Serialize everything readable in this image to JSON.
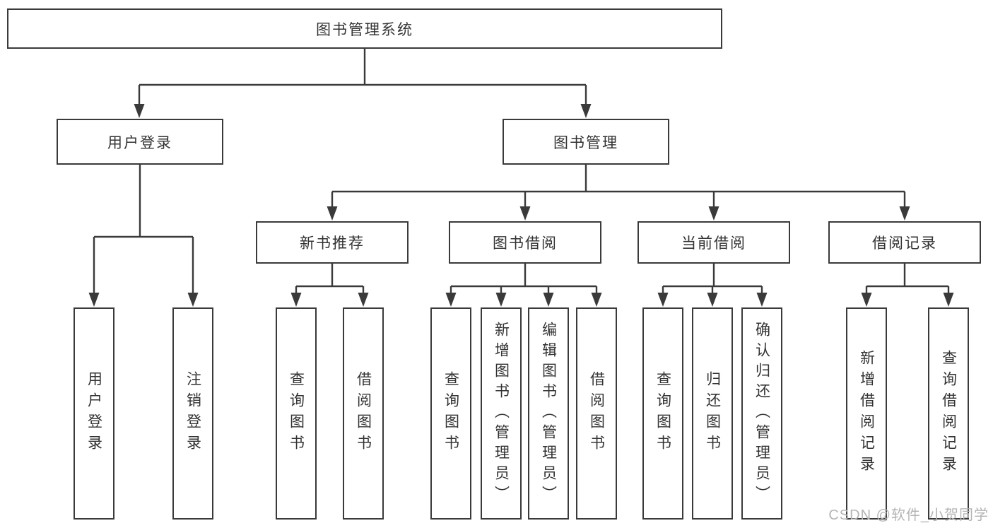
{
  "diagram": {
    "root": {
      "label": "图书管理系统"
    },
    "level2": [
      {
        "label": "用户登录"
      },
      {
        "label": "图书管理"
      }
    ],
    "level3": [
      {
        "label": "新书推荐"
      },
      {
        "label": "图书借阅"
      },
      {
        "label": "当前借阅"
      },
      {
        "label": "借阅记录"
      }
    ],
    "leaves": {
      "user_login": [
        "用户登录",
        "注销登录"
      ],
      "new_book_recommend": [
        "查询图书",
        "借阅图书"
      ],
      "book_borrow": [
        "查询图书",
        "新增图书（管理员）",
        "编辑图书（管理员）",
        "借阅图书"
      ],
      "current_borrow": [
        "查询图书",
        "归还图书",
        "确认归还（管理员）"
      ],
      "borrow_records": [
        "新增借阅记录",
        "查询借阅记录"
      ]
    }
  },
  "watermark": {
    "text": "CSDN @软件_小贺同学"
  },
  "colors": {
    "line": "#3a3a3a",
    "text": "#333333",
    "watermark": "#b4b4b4",
    "bg": "#ffffff"
  }
}
